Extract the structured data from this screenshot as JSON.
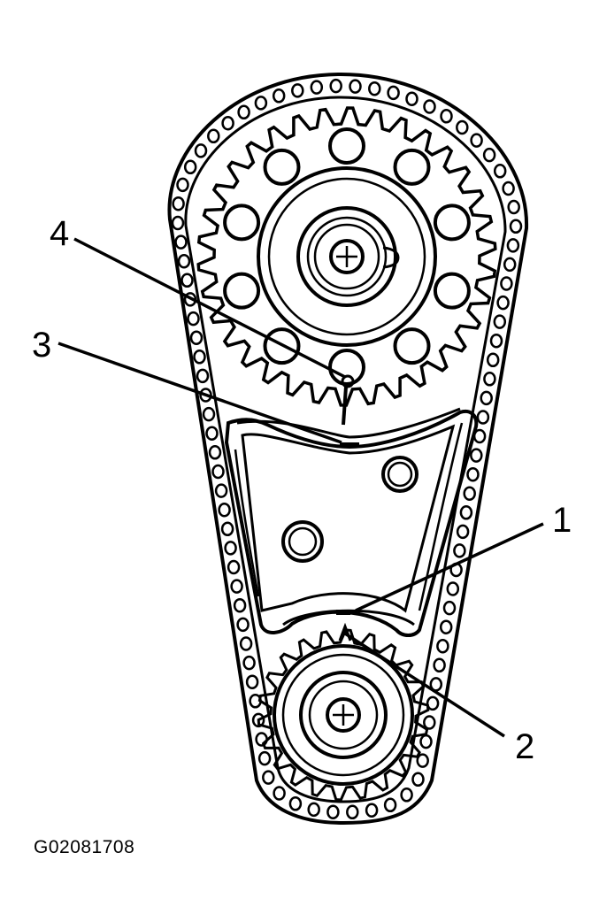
{
  "figure": {
    "callouts": {
      "one": "1",
      "two": "2",
      "three": "3",
      "four": "4"
    },
    "figure_id": "G02081708"
  },
  "colors": {
    "ink": "#000000",
    "paper": "#ffffff"
  }
}
